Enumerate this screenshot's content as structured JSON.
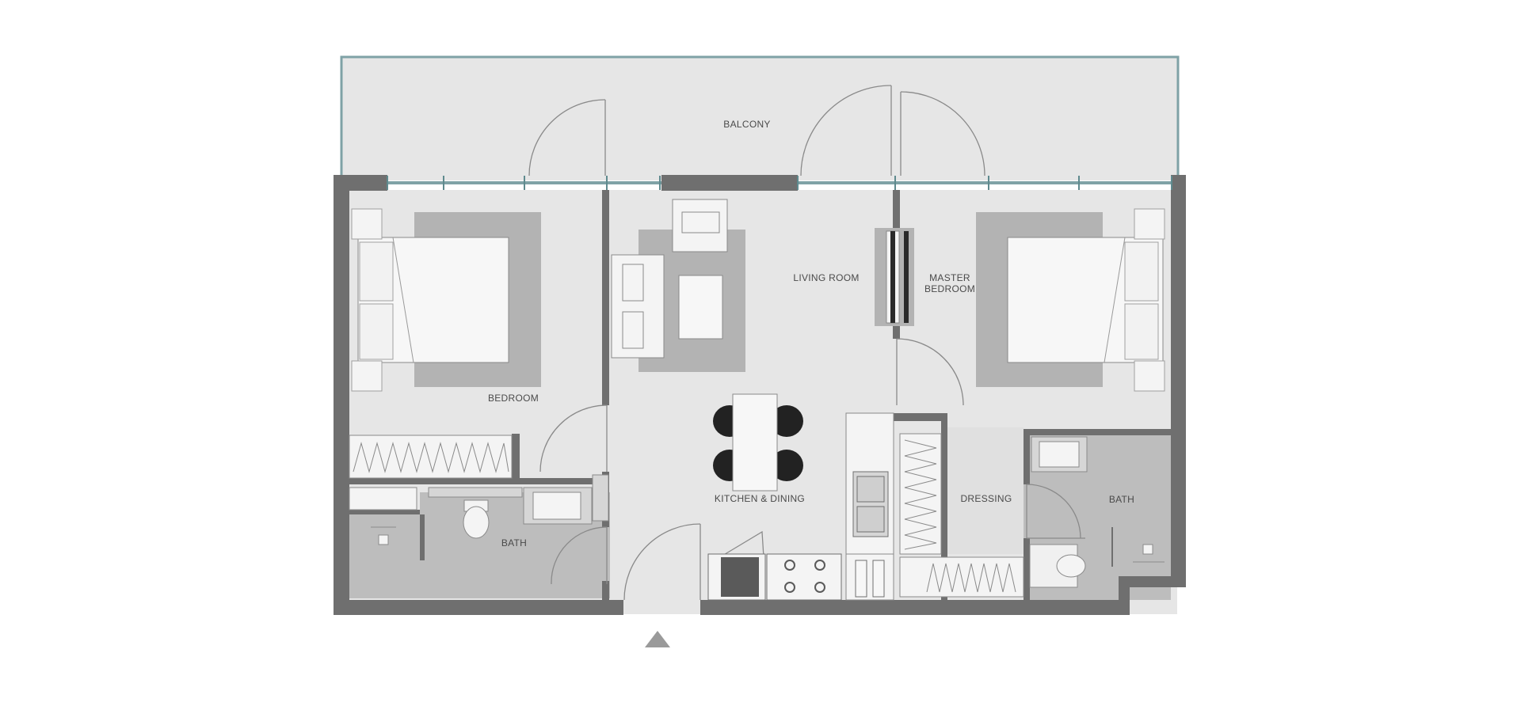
{
  "plan": {
    "rooms": {
      "balcony": "BALCONY",
      "living_room": "LIVING ROOM",
      "master_bedroom_line1": "MASTER",
      "master_bedroom_line2": "BEDROOM",
      "bedroom": "BEDROOM",
      "kitchen_dining": "KITCHEN & DINING",
      "dressing": "DRESSING",
      "bath_left": "BATH",
      "bath_right": "BATH"
    },
    "colors": {
      "wall": "#6f6f6f",
      "floor": "#e6e6e6",
      "wet_floor": "#bdbdbd",
      "rug": "#b3b3b3",
      "glass": "#7fa2a6",
      "outline": "#8a8a8a"
    },
    "icons": [
      "entrance-arrow-icon"
    ]
  }
}
